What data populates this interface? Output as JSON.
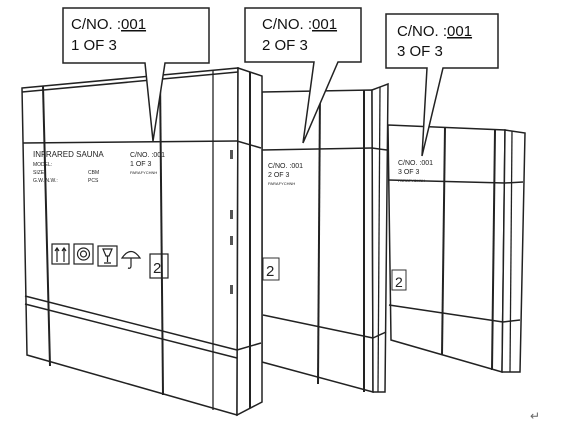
{
  "callouts": [
    {
      "line1_prefix": "C/NO. :",
      "line1_number": "001",
      "line2": "1 OF 3"
    },
    {
      "line1_prefix": "C/NO. :",
      "line1_number": "001",
      "line2": "2 OF 3"
    },
    {
      "line1_prefix": "C/NO. :",
      "line1_number": "001",
      "line2": "3 OF 3"
    }
  ],
  "box1": {
    "product": "INFRARED SAUNA",
    "model": "MODEL:",
    "size": "SIZE:",
    "weight": "G.W. N.W.:",
    "cbm": "CBM",
    "pcs": "PCS",
    "cno": "C/NO. :001",
    "of": "1 OF 3",
    "code": "PARAFYCHNH",
    "fragile_mark": "2"
  },
  "box2": {
    "cno": "C/NO. :001",
    "of": "2 OF 3",
    "code": "PARAFYCHNH",
    "mark": "2"
  },
  "box3": {
    "cno": "C/NO. :001",
    "of": "3 OF 3",
    "code": "PARAFYCHNH",
    "mark": "2"
  },
  "corner_mark": "↵"
}
